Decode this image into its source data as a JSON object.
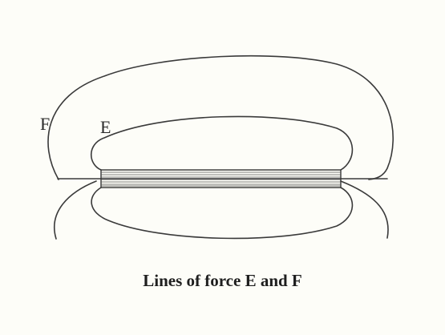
{
  "labels": {
    "outer": "F",
    "inner": "E"
  },
  "caption": "Lines of force E and F"
}
